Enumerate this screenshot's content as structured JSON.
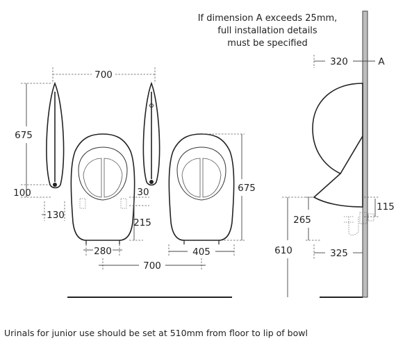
{
  "note": {
    "line1": "If dimension A exceeds 25mm,",
    "line2": "full installation details",
    "line3": "must be specified"
  },
  "dimensions": {
    "top_width": "700",
    "side_height": "675",
    "lower_100": "100",
    "lower_130": "130",
    "bowl_30": "30",
    "bowl_215": "215",
    "bowl_280": "280",
    "bottom_700": "700",
    "right_675": "675",
    "right_405": "405",
    "side_320": "320",
    "side_A": "A",
    "side_115": "115",
    "side_265": "265",
    "side_610": "610",
    "side_325": "325"
  },
  "caption": "Urinals for junior use should be set at 510mm from floor to lip of bowl"
}
